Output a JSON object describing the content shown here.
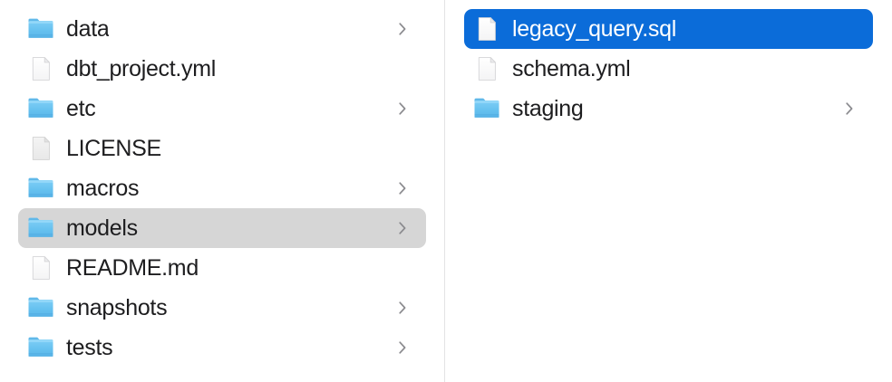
{
  "app": {
    "name": "finder-column-view",
    "view_mode": "column"
  },
  "colors": {
    "selection_blue": "#0b6cd9",
    "selection_gray": "#d6d6d6",
    "text": "#1d1d1f",
    "text_selected": "#ffffff",
    "divider": "#e3e3e4",
    "background": "#ffffff",
    "folder_blue": "#6fc4f2",
    "chevron_gray": "#8a8a8e"
  },
  "columns": [
    {
      "name": "column-1",
      "items": [
        {
          "label": "data",
          "icon": "folder-icon",
          "kind": "folder",
          "chevron": true,
          "state": "normal"
        },
        {
          "label": "dbt_project.yml",
          "icon": "file-icon",
          "kind": "file",
          "chevron": false,
          "state": "normal"
        },
        {
          "label": "etc",
          "icon": "folder-icon",
          "kind": "folder",
          "chevron": true,
          "state": "normal"
        },
        {
          "label": "LICENSE",
          "icon": "file-icon",
          "kind": "file",
          "chevron": false,
          "state": "normal"
        },
        {
          "label": "macros",
          "icon": "folder-icon",
          "kind": "folder",
          "chevron": true,
          "state": "normal"
        },
        {
          "label": "models",
          "icon": "folder-icon",
          "kind": "folder",
          "chevron": true,
          "state": "selected-inactive"
        },
        {
          "label": "README.md",
          "icon": "file-icon",
          "kind": "file",
          "chevron": false,
          "state": "normal"
        },
        {
          "label": "snapshots",
          "icon": "folder-icon",
          "kind": "folder",
          "chevron": true,
          "state": "normal"
        },
        {
          "label": "tests",
          "icon": "folder-icon",
          "kind": "folder",
          "chevron": true,
          "state": "normal"
        }
      ]
    },
    {
      "name": "column-2",
      "items": [
        {
          "label": "legacy_query.sql",
          "icon": "file-icon",
          "kind": "file",
          "chevron": false,
          "state": "selected-active"
        },
        {
          "label": "schema.yml",
          "icon": "file-icon",
          "kind": "file",
          "chevron": false,
          "state": "normal"
        },
        {
          "label": "staging",
          "icon": "folder-icon",
          "kind": "folder",
          "chevron": true,
          "state": "normal"
        }
      ]
    }
  ]
}
